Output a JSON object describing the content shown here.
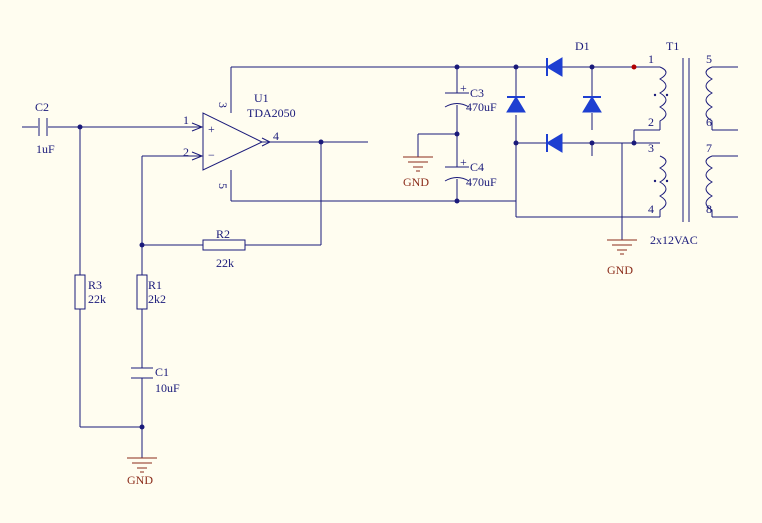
{
  "colors": {
    "wire": "#1a1a7a",
    "ground": "#8b2c1a",
    "diode": "#1e3fd1",
    "background": "#fffdf0"
  },
  "components": {
    "u1": {
      "ref": "U1",
      "value": "TDA2050",
      "pins": [
        "1",
        "2",
        "3",
        "4",
        "5"
      ],
      "plus": "+",
      "minus": "−"
    },
    "c2": {
      "ref": "C2",
      "value": "1uF"
    },
    "c1": {
      "ref": "C1",
      "value": "10uF"
    },
    "c3": {
      "ref": "C3",
      "value": "470uF",
      "polarity": "+"
    },
    "c4": {
      "ref": "C4",
      "value": "470uF",
      "polarity": "+"
    },
    "r1": {
      "ref": "R1",
      "value": "2k2"
    },
    "r2": {
      "ref": "R2",
      "value": "22k"
    },
    "r3": {
      "ref": "R3",
      "value": "22k"
    },
    "d1": {
      "ref": "D1"
    },
    "t1": {
      "ref": "T1",
      "value": "2x12VAC",
      "pins": [
        "1",
        "2",
        "3",
        "4",
        "5",
        "6",
        "7",
        "8"
      ]
    }
  },
  "gnd_labels": [
    "GND",
    "GND",
    "GND"
  ]
}
